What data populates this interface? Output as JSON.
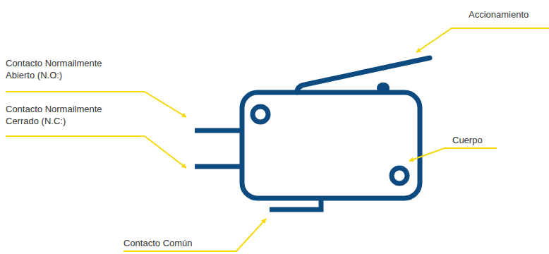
{
  "diagram": {
    "labels": [
      "Accionamiento",
      "Contacto Normailmente Abierto (N.O:)",
      "Contacto Normailmente Cerrado (N.C:)",
      "Cuerpo",
      "Contacto Común"
    ]
  }
}
